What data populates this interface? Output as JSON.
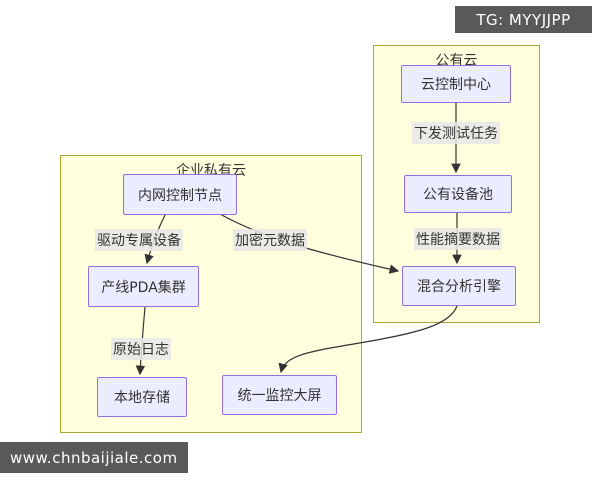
{
  "badges": {
    "tg": "TG: MYYJJPP",
    "watermark": "www.chnbaijiale.com"
  },
  "colors": {
    "cluster_fill": "#ffffde",
    "cluster_border": "#aaaa33",
    "node_fill": "#ececff",
    "node_border": "#9370db",
    "edge_stroke": "#333333",
    "edge_label_bg": "#e8e8e8",
    "badge_bg": "#595959",
    "badge_text": "#ffffff",
    "text": "#333333",
    "background": "#ffffff"
  },
  "diagram": {
    "type": "flowchart",
    "clusters": [
      {
        "id": "public-cloud",
        "label": "公有云"
      },
      {
        "id": "private-cloud",
        "label": "企业私有云"
      }
    ],
    "nodes": [
      {
        "id": "cloud-control-center",
        "label": "云控制中心",
        "cluster": "public-cloud"
      },
      {
        "id": "public-device-pool",
        "label": "公有设备池",
        "cluster": "public-cloud"
      },
      {
        "id": "hybrid-analysis-engine",
        "label": "混合分析引擎",
        "cluster": "public-cloud"
      },
      {
        "id": "intranet-control-node",
        "label": "内网控制节点",
        "cluster": "private-cloud"
      },
      {
        "id": "production-line-pda-cluster",
        "label": "产线PDA集群",
        "cluster": "private-cloud"
      },
      {
        "id": "local-storage",
        "label": "本地存储",
        "cluster": "private-cloud"
      },
      {
        "id": "unified-monitoring-screen",
        "label": "统一监控大屏",
        "cluster": "private-cloud"
      }
    ],
    "edges": [
      {
        "from": "cloud-control-center",
        "to": "public-device-pool",
        "label": "下发测试任务"
      },
      {
        "from": "public-device-pool",
        "to": "hybrid-analysis-engine",
        "label": "性能摘要数据"
      },
      {
        "from": "intranet-control-node",
        "to": "production-line-pda-cluster",
        "label": "驱动专属设备"
      },
      {
        "from": "intranet-control-node",
        "to": "hybrid-analysis-engine",
        "label": "加密元数据"
      },
      {
        "from": "production-line-pda-cluster",
        "to": "local-storage",
        "label": "原始日志"
      },
      {
        "from": "hybrid-analysis-engine",
        "to": "unified-monitoring-screen",
        "label": ""
      }
    ]
  }
}
